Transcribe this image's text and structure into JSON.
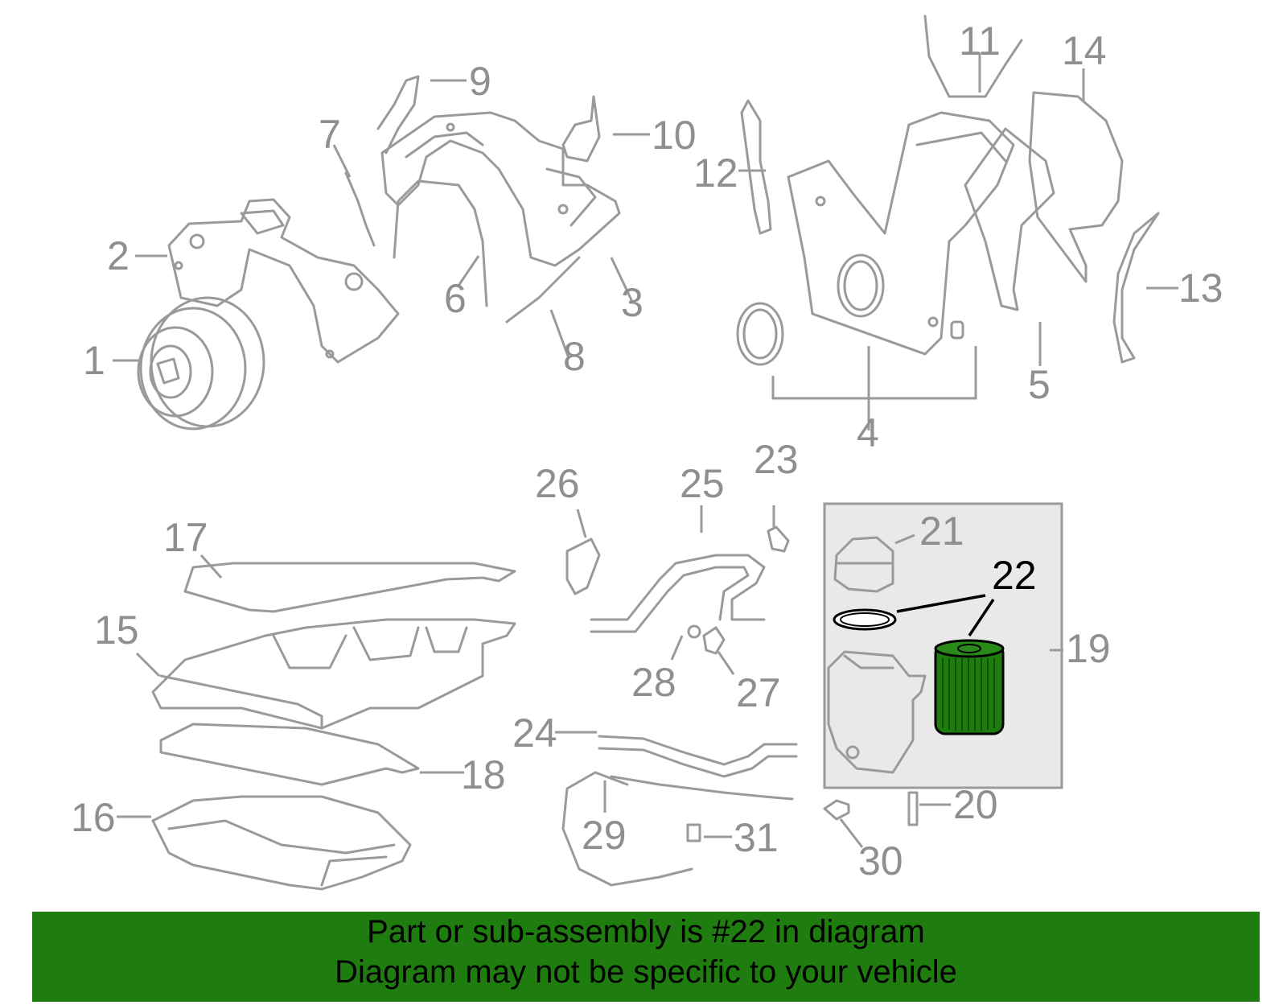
{
  "diagram": {
    "callouts": [
      {
        "id": "1",
        "label": "1"
      },
      {
        "id": "2",
        "label": "2"
      },
      {
        "id": "3",
        "label": "3"
      },
      {
        "id": "4",
        "label": "4"
      },
      {
        "id": "5",
        "label": "5"
      },
      {
        "id": "6",
        "label": "6"
      },
      {
        "id": "7",
        "label": "7"
      },
      {
        "id": "8",
        "label": "8"
      },
      {
        "id": "9",
        "label": "9"
      },
      {
        "id": "10",
        "label": "10"
      },
      {
        "id": "11",
        "label": "11"
      },
      {
        "id": "12",
        "label": "12"
      },
      {
        "id": "13",
        "label": "13"
      },
      {
        "id": "14",
        "label": "14"
      },
      {
        "id": "15",
        "label": "15"
      },
      {
        "id": "16",
        "label": "16"
      },
      {
        "id": "17",
        "label": "17"
      },
      {
        "id": "18",
        "label": "18"
      },
      {
        "id": "19",
        "label": "19"
      },
      {
        "id": "20",
        "label": "20"
      },
      {
        "id": "21",
        "label": "21"
      },
      {
        "id": "22",
        "label": "22"
      },
      {
        "id": "23",
        "label": "23"
      },
      {
        "id": "24",
        "label": "24"
      },
      {
        "id": "25",
        "label": "25"
      },
      {
        "id": "26",
        "label": "26"
      },
      {
        "id": "27",
        "label": "27"
      },
      {
        "id": "28",
        "label": "28"
      },
      {
        "id": "29",
        "label": "29"
      },
      {
        "id": "30",
        "label": "30"
      },
      {
        "id": "31",
        "label": "31"
      }
    ],
    "highlighted_part": "22",
    "colors": {
      "part_stroke": "#9a9a9a",
      "highlight": "#1f7d10",
      "highlight_text": "#000000",
      "group_box": "#e9e9e9"
    }
  },
  "banner": {
    "line1": "Part or sub-assembly is #22 in diagram",
    "line2": "Diagram may not be specific to your vehicle"
  }
}
